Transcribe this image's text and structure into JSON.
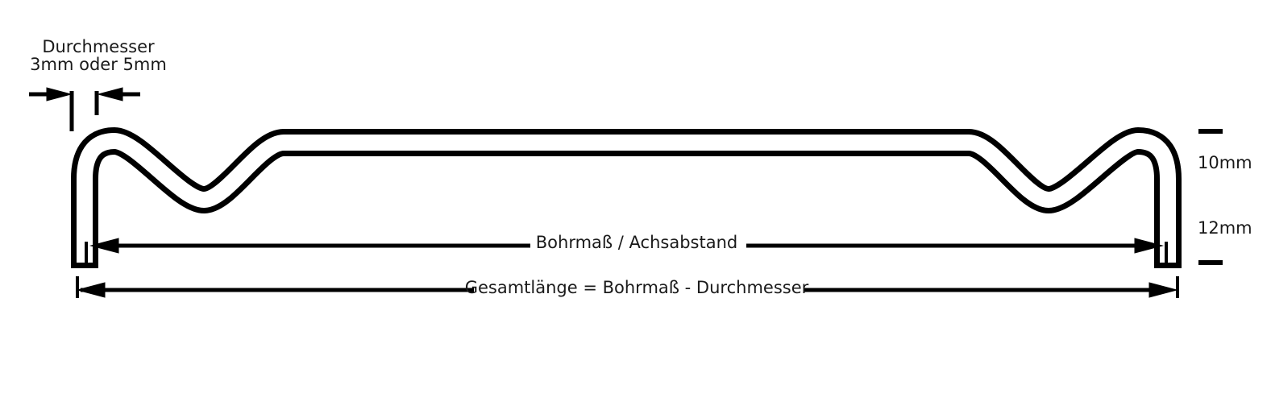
{
  "diagram": {
    "labels": {
      "durchmesser_line1": "Durchmesser",
      "durchmesser_line2": "3mm oder 5mm",
      "bohrmass": "Bohrmaß / Achsabstand",
      "gesamtlaenge": "Gesamtlänge = Bohrmaß - Durchmesser",
      "dim_top": "10mm",
      "dim_bottom": "12mm"
    },
    "colors": {
      "line": "#000000",
      "background": "#ffffff",
      "text": "#1a1a1a"
    }
  }
}
